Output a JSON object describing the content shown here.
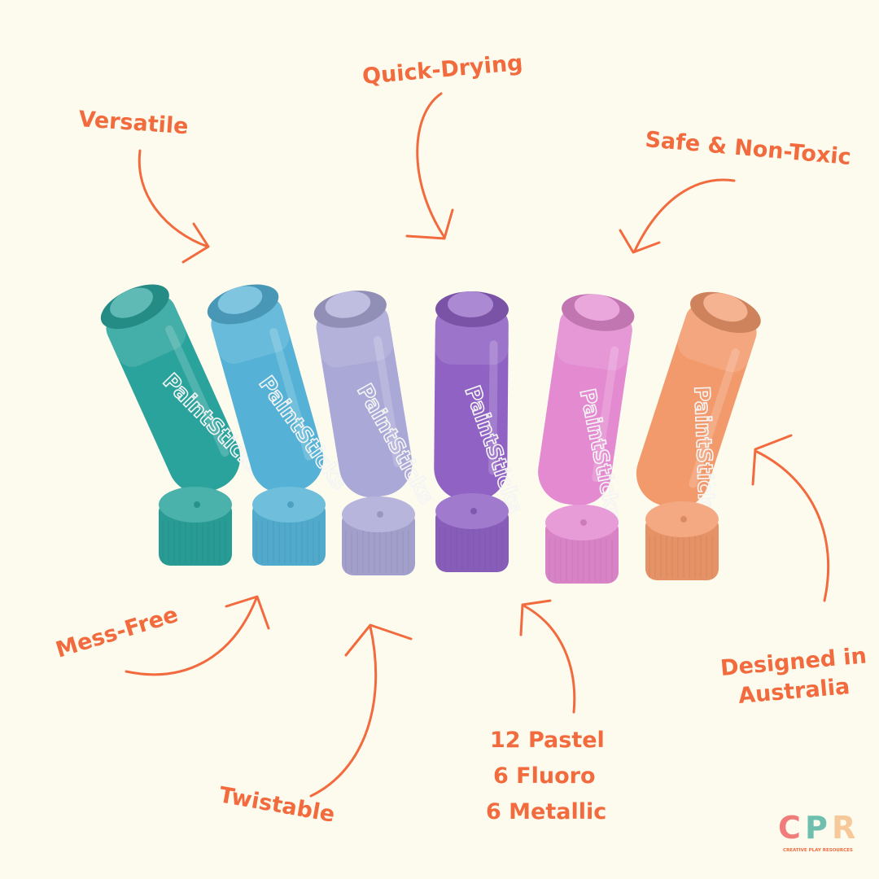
{
  "labels": {
    "versatile": "Versatile",
    "quick_drying": "Quick-Drying",
    "safe": "Safe & Non-Toxic",
    "mess_free": "Mess-Free",
    "twistable": "Twistable",
    "pastel": "12 Pastel",
    "fluoro": "6 Fluoro",
    "metallic": "6 Metallic",
    "designed_1": "Designed in",
    "designed_2": "Australia"
  },
  "product_label": "PaintSticks",
  "logo": {
    "letters": [
      "C",
      "P",
      "R"
    ],
    "tagline": "CREATIVE PLAY RESOURCES"
  },
  "colors": {
    "background": "#fdfbee",
    "accent": "#f26b3e",
    "sticks": [
      "#2aa39c",
      "#55b2d6",
      "#aaa8d6",
      "#8f62c4",
      "#e38ad0",
      "#f29a6c"
    ],
    "logo": [
      "#f07d7b",
      "#6fbfae",
      "#f7c99a"
    ]
  }
}
